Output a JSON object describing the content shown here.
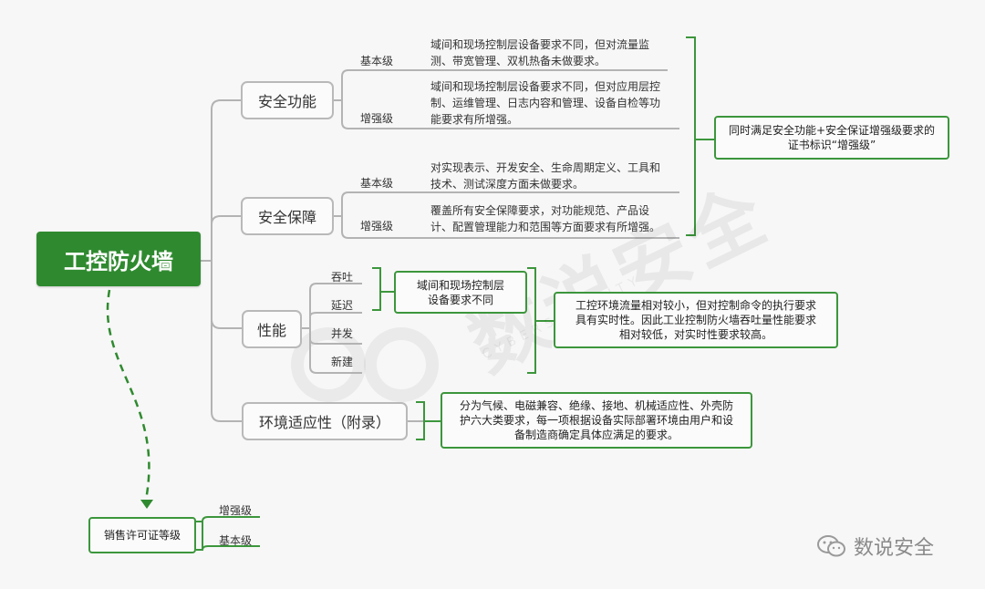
{
  "root": "工控防火墙",
  "sec_func": {
    "label": "安全功能",
    "basic": {
      "label": "基本级",
      "desc": [
        "域间和现场控制层设备要求不同，但对流量监",
        "测、带宽管理、双机热备未做要求。"
      ]
    },
    "enhanced": {
      "label": "增强级",
      "desc": [
        "域间和现场控制层设备要求不同，但对应用层控",
        "制、运维管理、日志内容和管理、设备自检等功",
        "能要求有所增强。"
      ]
    }
  },
  "sec_assure": {
    "label": "安全保障",
    "basic": {
      "label": "基本级",
      "desc": [
        "对实现表示、开发安全、生命周期定义、工具和",
        "技术、测试深度方面未做要求。"
      ]
    },
    "enhanced": {
      "label": "增强级",
      "desc": [
        "覆盖所有安全保障要求，对功能规范、产品设",
        "计、配置管理能力和范围等方面要求有所增强。"
      ]
    }
  },
  "cert_note": [
    "同时满足安全功能+安全保证增强级要求的",
    "证书标识“增强级”"
  ],
  "performance": {
    "label": "性能",
    "items": [
      "吞吐",
      "延迟",
      "并发",
      "新建"
    ],
    "same_req": [
      "域间和现场控制层",
      "设备要求不同"
    ],
    "note": [
      "工控环境流量相对较小，但对控制命令的执行要求",
      "具有实时性。因此工业控制防火墙吞吐量性能要求",
      "相对较低，对实时性要求较高。"
    ]
  },
  "env": {
    "label": "环境适应性（附录）",
    "note": [
      "分为气候、电磁兼容、绝缘、接地、机械适应性、外壳防",
      "护六大类要求，每一项根据设备实际部署环境由用户和设",
      "备制造商确定具体应满足的要求。"
    ]
  },
  "sales": {
    "label": "销售许可证等级",
    "items": [
      "增强级",
      "基本级"
    ]
  },
  "footer": {
    "brand": "数说安全",
    "logo_icon": "wechat-icon"
  },
  "colors": {
    "green": "#2f8a2f",
    "line_grey": "#b9b9b9"
  }
}
